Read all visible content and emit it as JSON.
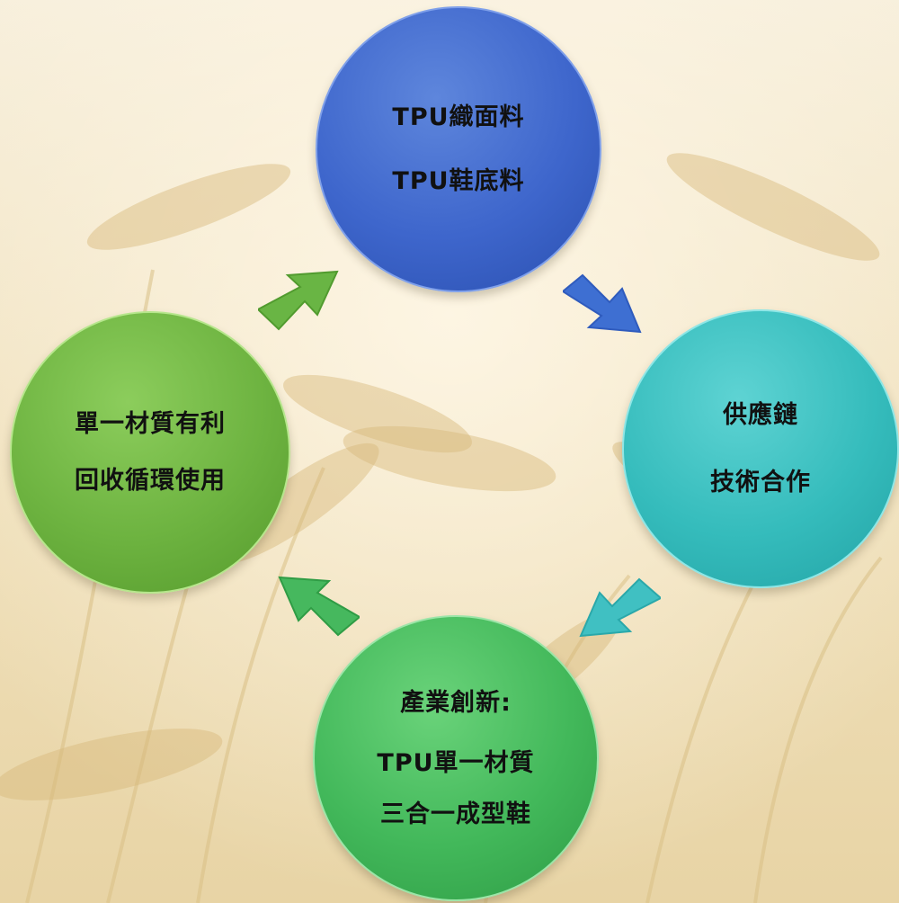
{
  "cycle": {
    "top": {
      "lines": [
        "TPU織面料",
        "TPU鞋底料"
      ],
      "color": "#3e66cc"
    },
    "right": {
      "lines": [
        "供應鏈",
        "技術合作"
      ],
      "color": "#35bcbc"
    },
    "bottom": {
      "lines": [
        "產業創新:",
        "TPU單一材質",
        "三合一成型鞋"
      ],
      "color": "#42b85a"
    },
    "left": {
      "lines": [
        "單一材質有利",
        "回收循環使用"
      ],
      "color": "#6db340"
    },
    "arrows": [
      {
        "from": "top",
        "to": "right",
        "color": "#3e6fd2"
      },
      {
        "from": "right",
        "to": "bottom",
        "color": "#40c0c2"
      },
      {
        "from": "bottom",
        "to": "left",
        "color": "#46b85e"
      },
      {
        "from": "left",
        "to": "top",
        "color": "#69b544"
      }
    ]
  }
}
